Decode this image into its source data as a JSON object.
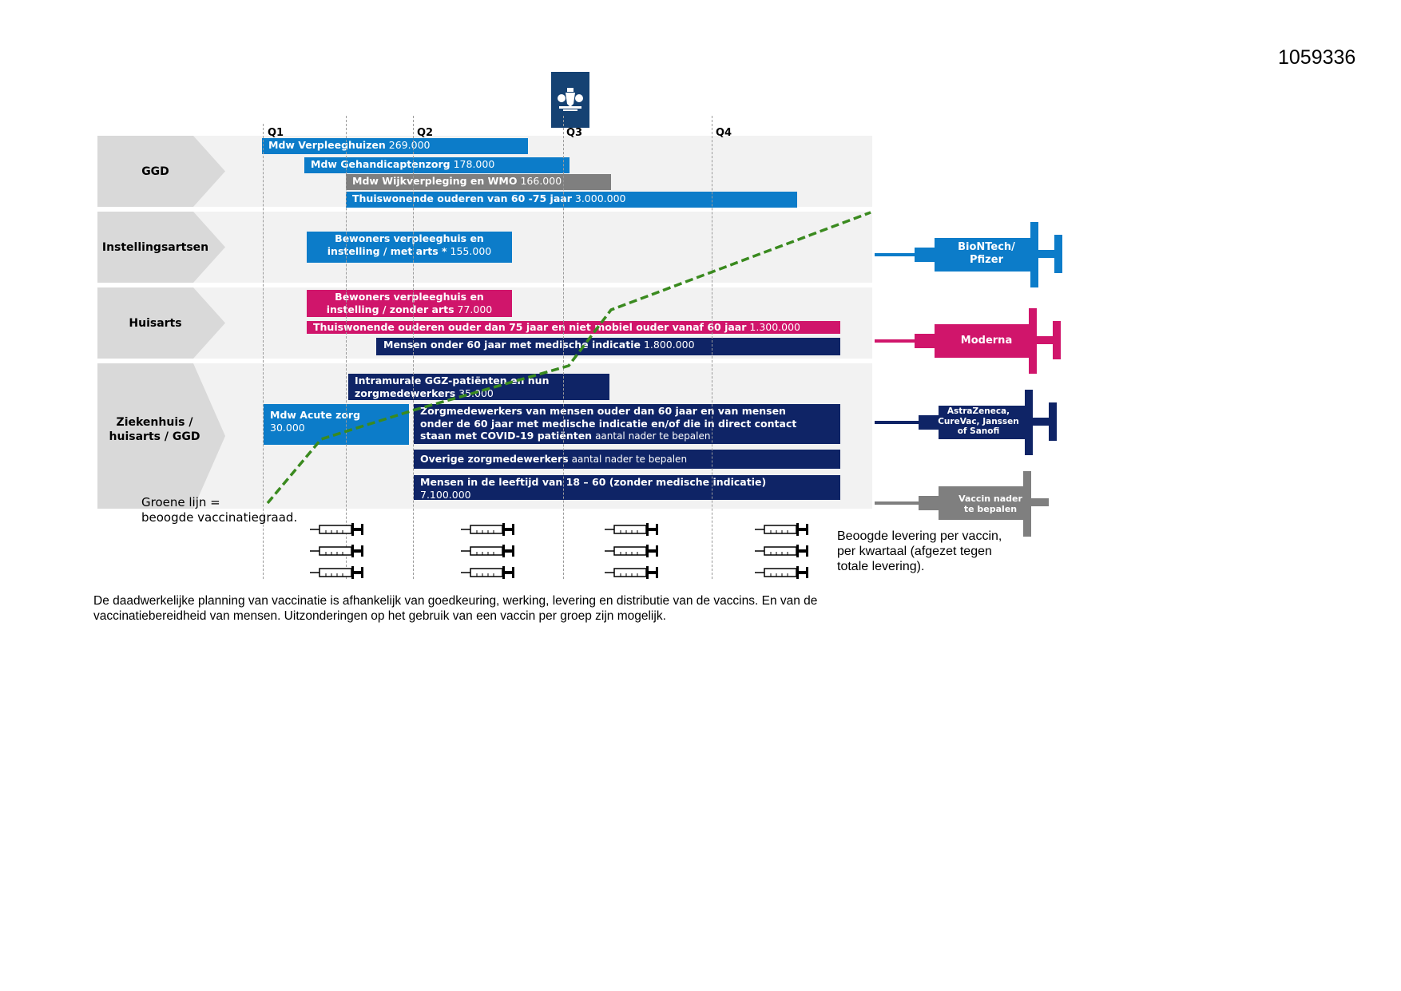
{
  "doc_id": "1059336",
  "quarters": [
    "Q1",
    "Q2",
    "Q3",
    "Q4"
  ],
  "groups": [
    "GGD",
    "Instellingsartsen",
    "Huisarts",
    "Ziekenhuis / huisarts / GGD"
  ],
  "bars": {
    "verpleeghuizen": {
      "label": "Mdw Verpleeghuizen",
      "value": "269.000"
    },
    "gehandicapten": {
      "label": "Mdw Gehandicaptenzorg",
      "value": "178.000"
    },
    "wijkverpleging": {
      "label": "Mdw Wijkverpleging en WMO",
      "value": "166.000"
    },
    "thuis_60_75": {
      "label": "Thuiswonende ouderen van 60 -75 jaar",
      "value": "3.000.000"
    },
    "bewoners_met_arts": {
      "line1": "Bewoners verpleeghuis en",
      "line2": "instelling / met arts *",
      "value": "155.000"
    },
    "bewoners_zonder_arts": {
      "line1": "Bewoners verpleeghuis en",
      "line2": "instelling /  zonder arts",
      "value": "77.000"
    },
    "thuis_75": {
      "label": "Thuiswonende ouderen ouder dan 75 jaar en niet mobiel ouder vanaf 60 jaar",
      "value": "1.300.000"
    },
    "onder60": {
      "label": "Mensen onder 60 jaar met medische indicatie",
      "value": "1.800.000"
    },
    "ggz": {
      "line1": "Intramurale GGZ-patiënten en hun",
      "line2": "zorgmedewerkers",
      "value": "35.000"
    },
    "acute": {
      "label": "Mdw Acute zorg",
      "value": "30.000"
    },
    "zorgmedewerkers": {
      "line1": "Zorgmedewerkers van mensen ouder dan 60 jaar en van mensen",
      "line2": "onder de 60 jaar met medische indicatie en/of die in direct contact",
      "line3": "staan met COVID-19 patiënten",
      "value": "aantal nader te bepalen"
    },
    "overige": {
      "label": "Overige zorgmedewerkers",
      "value": "aantal nader te bepalen"
    },
    "leeftijd": {
      "label": "Mensen in de leeftijd van 18 – 60 (zonder medische indicatie)",
      "value": "7.100.000"
    }
  },
  "vaccines": [
    {
      "line1": "BioNTech/",
      "line2": "Pfizer",
      "line3": "",
      "color": "#0c7cc9"
    },
    {
      "line1": "Moderna",
      "line2": "",
      "line3": "",
      "color": "#d0156b"
    },
    {
      "line1": "AstraZeneca,",
      "line2": "CureVac, Janssen",
      "line3": "of Sanofi",
      "color": "#0f2466"
    },
    {
      "line1": "Vaccin nader",
      "line2": "te bepalen",
      "line3": "",
      "color": "#7f7f7f"
    }
  ],
  "legend": {
    "line1": "Groene lijn =",
    "line2": "beoogde vaccinatiegraad.",
    "color": "#3a8a1f"
  },
  "delivery_note": {
    "line1": "Beoogde levering per vaccin,",
    "line2": "per kwartaal (afgezet tegen",
    "line3": "totale levering)."
  },
  "footnote": {
    "line1": "De daadwerkelijke planning van vaccinatie is afhankelijk van goedkeuring, werking, levering en distributie van de vaccins. En van de",
    "line2": "vaccinatiebereidheid van mensen. Uitzonderingen op het gebruik van een vaccin per groep zijn mogelijk."
  }
}
